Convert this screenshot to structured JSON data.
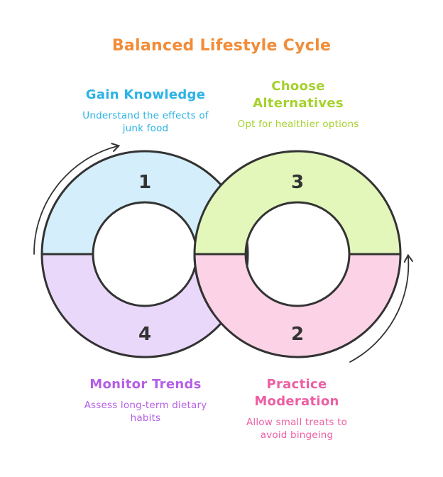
{
  "title": "Balanced Lifestyle Cycle",
  "colors": {
    "title": "#f28c38",
    "outline": "#333333"
  },
  "stages": [
    {
      "number": "1",
      "heading": "Gain Knowledge",
      "description": "Understand the effects of junk food",
      "heading_color": "#2bb3e6",
      "desc_color": "#2bb3e6",
      "fill": "#d4effb"
    },
    {
      "number": "2",
      "heading": "Practice Moderation",
      "description": "Allow small treats to avoid bingeing",
      "heading_color": "#ec5fa3",
      "desc_color": "#ec5fa3",
      "fill": "#fcd3e6"
    },
    {
      "number": "3",
      "heading": "Choose Alternatives",
      "description": "Opt for healthier options",
      "heading_color": "#a6d12e",
      "desc_color": "#a6d12e",
      "fill": "#e3f7bb"
    },
    {
      "number": "4",
      "heading": "Monitor Trends",
      "description": "Assess long-term dietary habits",
      "heading_color": "#b45ee6",
      "desc_color": "#b45ee6",
      "fill": "#ead8fb"
    }
  ]
}
